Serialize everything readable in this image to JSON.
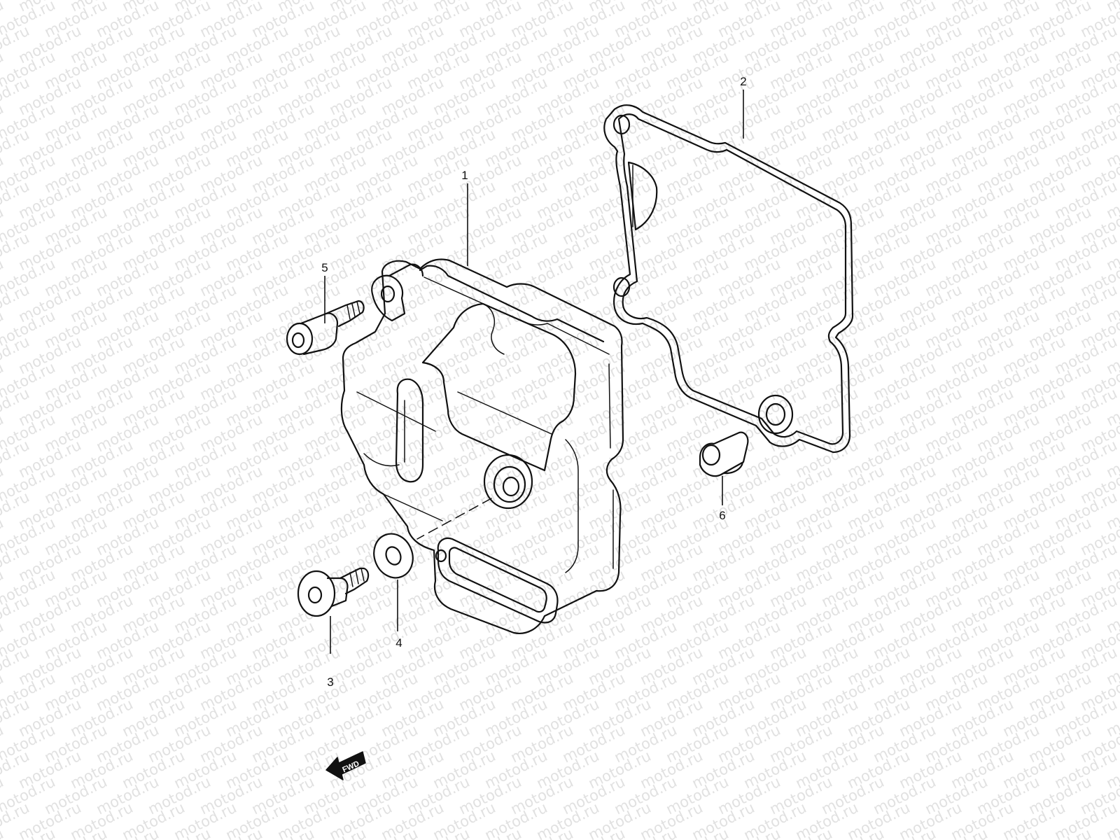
{
  "watermark": {
    "text": "motod.ru",
    "color": "#bdbdbd"
  },
  "callouts": [
    {
      "id": "1",
      "label": "1"
    },
    {
      "id": "2",
      "label": "2"
    },
    {
      "id": "3",
      "label": "3"
    },
    {
      "id": "4",
      "label": "4"
    },
    {
      "id": "5",
      "label": "5"
    },
    {
      "id": "6",
      "label": "6"
    }
  ],
  "direction_marker": {
    "label": "FWD",
    "icon": "arrow-left-icon"
  },
  "colors": {
    "line": "#111111",
    "background": "#ffffff"
  }
}
